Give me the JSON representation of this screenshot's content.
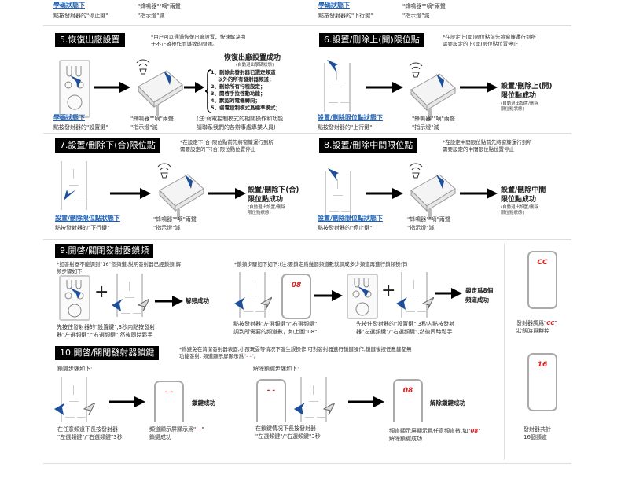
{
  "top": {
    "left": {
      "state": "學碼狀態下",
      "action": "點按發射器的\"停止鍵\"",
      "beep": "\"蜂鳴器\"\"嘀\"兩聲",
      "led": "\"指示燈\"滅"
    },
    "right": {
      "state": "學碼狀態下",
      "action": "點按發射器的\"下行鍵\"",
      "beep": "\"蜂鳴器\"\"嘀\"兩聲",
      "led": "\"指示燈\"滅"
    }
  },
  "s5": {
    "title": "5.恢復出廠設置",
    "note1": "*用户可以通過恢復出廠設置，快速解决由",
    "note2": "于不正確操作而導致的問題。",
    "result": "恢復出廠設置成功",
    "result_sub": "(自動退出學碼狀態)",
    "list": [
      "1、刪除此發射器已選定頻道",
      "以外的所有發射器頻道；",
      "2、刪除所有行程設定；",
      "3、開啓手拉啓動功能；",
      "4、默認的電機轉向；",
      "5、弱電控制模式爲標準模式；"
    ],
    "state": "學碼狀態下",
    "action": "點按發射器的\"設置鍵\"",
    "beep": "\"蜂鳴器\"\"嘀\"兩聲",
    "led": "\"指示燈\"滅",
    "remark1": "(注:弱電控制模式的相關操作和功能",
    "remark2": "請聯系我們的各辦事處專業人員)"
  },
  "s6": {
    "title": "6.設置/刪除上(開)限位點",
    "note1": "*在設定上(開)限位點前先將窗簾運行到所",
    "note2": "需要設定的上(開)限位點位置停止",
    "result1": "設置/刪除上(開)",
    "result2": "限位點成功",
    "sub1": "(自動退出設置/刪除",
    "sub2": "限位點狀態)",
    "state": "設置/刪除限位點狀態下",
    "action": "點按發射器的\"上行鍵\"",
    "beep": "\"蜂鳴器\"\"嘀\"兩聲",
    "led": "\"指示燈\"滅"
  },
  "s7": {
    "title": "7.設置/刪除下(合)限位點",
    "note1": "*在設定下(合)限位點前先將窗簾運行到所",
    "note2": "需要設定的下(合)限位點位置停止",
    "result1": "設置/刪除下(合)",
    "result2": "限位點成功",
    "sub1": "(自動退出設置/刪除",
    "sub2": "限位點狀態)",
    "state": "設置/刪除限位點狀態下",
    "action": "點按發射器的\"下行鍵\"",
    "beep": "\"蜂鳴器\"\"嘀\"兩聲",
    "led": "\"指示燈\"滅"
  },
  "s8": {
    "title": "8.設置/刪除中間限位點",
    "note1": "*在設定中間限位點前先將窗簾運行到所",
    "note2": "需要設定的中間限位點位置停止",
    "result1": "設置/刪除中間",
    "result2": "限位點成功",
    "sub1": "(自動退出設置/刪除",
    "sub2": "限位點狀態)",
    "state": "設置/刪除限位點狀態下",
    "action": "點按發射器的\"停止鍵\"",
    "beep": "\"蜂鳴器\"\"嘀\"兩聲",
    "led": "\"指示燈\"滅"
  },
  "s9": {
    "title": "9.開啓/關閉發射器鎖頻",
    "note1": "*如發射器不能調到\"16\"個頻道,説明發射器已經鎖頻,解",
    "note2": "頻步驟如下:",
    "unlock_result": "解頻成功",
    "unlock_cap1": "先按住發射器的\"設置鍵\",3秒内點按發射",
    "unlock_cap2": "器\"左選頻鍵\"/\"右選頻鍵\",然後同時鬆手",
    "lock_note": "*鎖頻步驟如下如下:(注:要鎖定爲幾個頻道數就調成多少頻道再進行鎖頻操作)",
    "display": "08",
    "cap_a1": "點按發射器\"左選頻鍵\"/\"右選頻鍵\"",
    "cap_a2": "調到所需要的頻道數，如上圖\"08\"",
    "cap_b1": "先按住發射器的\"設置鍵\",3秒内點按發射",
    "cap_b2": "器\"左選頻鍵\"/\"右選頻鍵\",然後同時鬆手",
    "lock_result1": "鎖定爲8個",
    "lock_result2": "頻道成功"
  },
  "side": {
    "cc_display": "CC",
    "cc_cap1a": "發射器調爲\"",
    "cc_cap1b": "CC",
    "cc_cap1c": "\"",
    "cc_cap2": "狀態時爲群控",
    "ch_display": "16",
    "ch_cap1": "發射器共計",
    "ch_cap2": "16個頻道"
  },
  "s10": {
    "title": "10.開啓/關閉發射器鎖鍵",
    "note1": "*爲避免在清潔發射器表面,小孩玩耍等情况下發生誤操作,可對發射器進行鎖鍵操作,鎖鍵後按任意鍵都無",
    "note2a": "功能發射, 頻道顯示屏顯示爲\"",
    "note2b": "- -",
    "note2c": "\"。",
    "lock_steps": "鎖鍵步驟如下:",
    "lock_cap1": "在任意頻道下長按發射器",
    "lock_cap2": "\"左選頻鍵\"/\"右選頻鍵\"3秒",
    "lock_display": "- -",
    "lock_result": "鎖鍵成功",
    "lock_disp_cap1a": "頻道顯示屏顯示爲\"",
    "lock_disp_cap1b": "- -",
    "lock_disp_cap1c": "\"",
    "lock_disp_cap2": "鎖鍵成功",
    "unlock_steps": "解除鎖鍵步驟如下:",
    "unlock_display": "- -",
    "unlock_cap1": "在鎖鍵情况下長按發射器",
    "unlock_cap2": "\"左選頻鍵\"/\"右選頻鍵\"3秒",
    "unlock_result_display": "08",
    "unlock_result": "解除鎖鍵成功",
    "unlock_disp_cap1a": "頻道顯示屏顯示爲任意頻道數,如\"",
    "unlock_disp_cap1b": "08",
    "unlock_disp_cap1c": "\"",
    "unlock_disp_cap2": "解除鎖鍵成功"
  },
  "colors": {
    "link": "#1f5fb0",
    "pointer": "#1e4f9a",
    "display_red": "#e02020",
    "title_bg": "#000000"
  }
}
